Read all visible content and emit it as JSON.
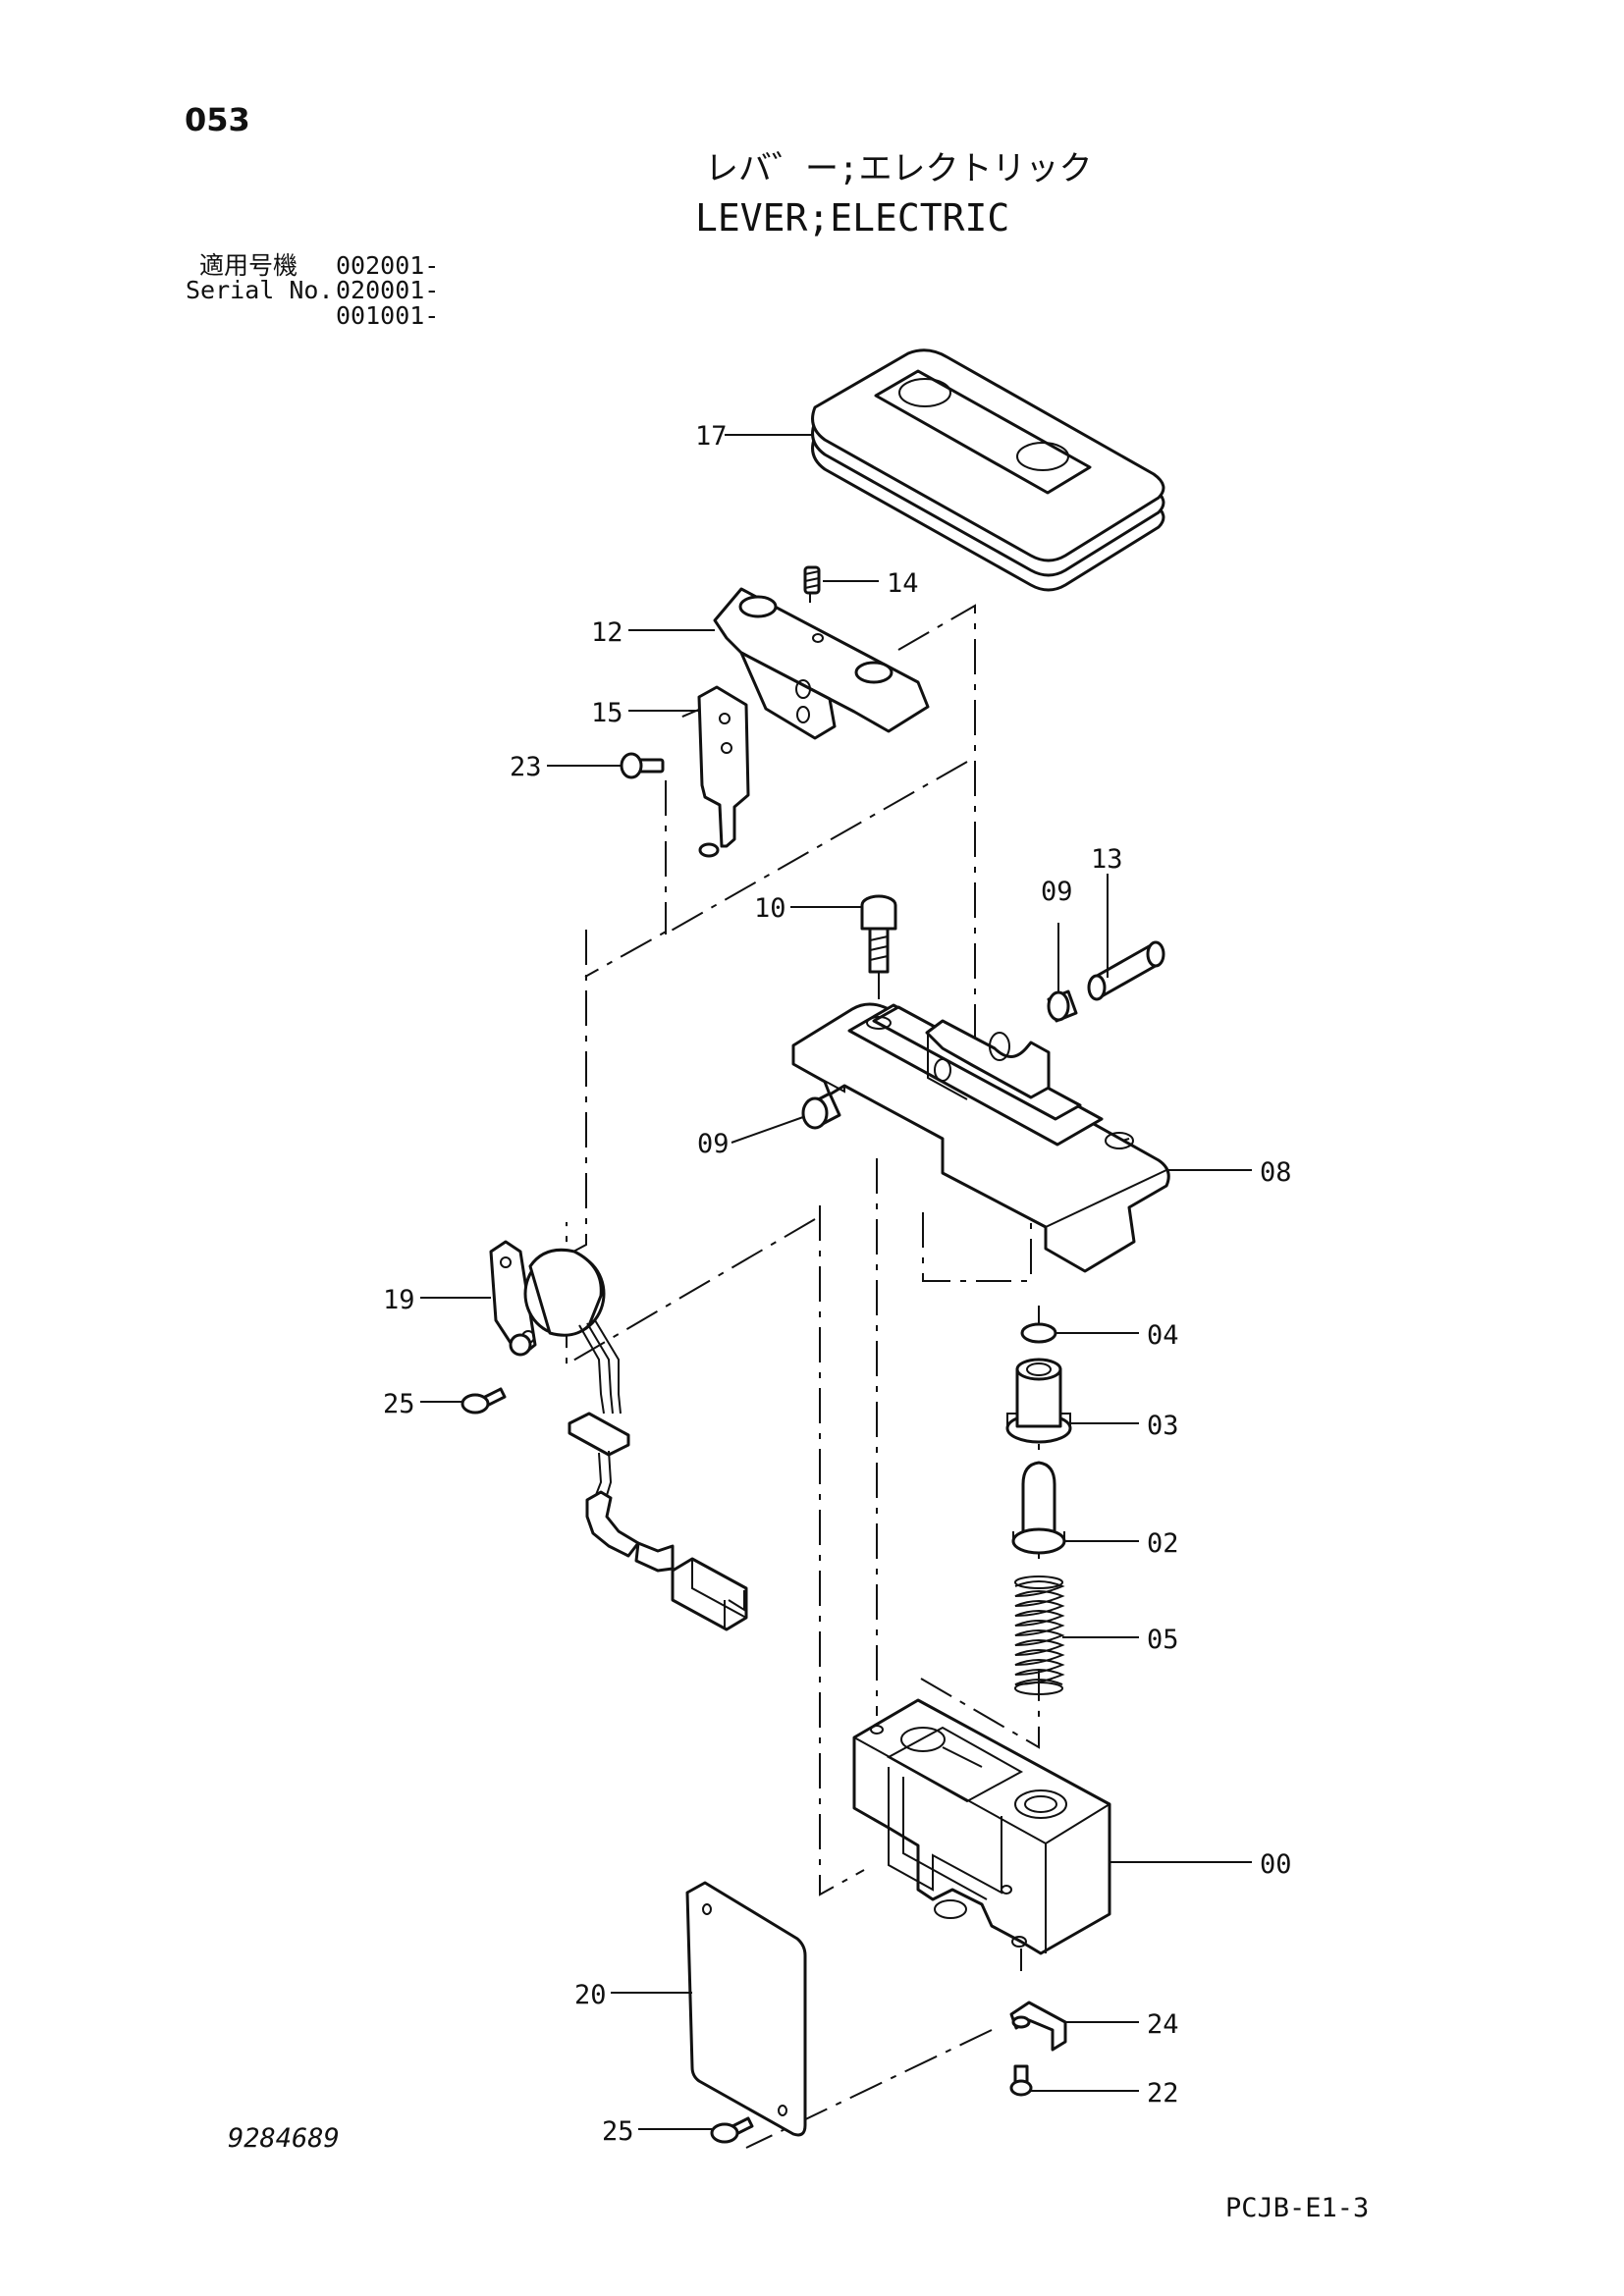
{
  "header": {
    "page_number": "053",
    "title_jp": "レバ゛ー;エレクトリック",
    "title_en": "LEVER;ELECTRIC"
  },
  "serial": {
    "label_jp": "適用号機",
    "label_en": "Serial No.",
    "numbers": [
      "002001-",
      "020001-",
      "001001-"
    ]
  },
  "callouts": [
    {
      "id": "part-00",
      "label": "00"
    },
    {
      "id": "part-02",
      "label": "02"
    },
    {
      "id": "part-03",
      "label": "03"
    },
    {
      "id": "part-04",
      "label": "04"
    },
    {
      "id": "part-05",
      "label": "05"
    },
    {
      "id": "part-08",
      "label": "08"
    },
    {
      "id": "part-09a",
      "label": "09"
    },
    {
      "id": "part-09b",
      "label": "09"
    },
    {
      "id": "part-10",
      "label": "10"
    },
    {
      "id": "part-12",
      "label": "12"
    },
    {
      "id": "part-13",
      "label": "13"
    },
    {
      "id": "part-14",
      "label": "14"
    },
    {
      "id": "part-15",
      "label": "15"
    },
    {
      "id": "part-17",
      "label": "17"
    },
    {
      "id": "part-19",
      "label": "19"
    },
    {
      "id": "part-20",
      "label": "20"
    },
    {
      "id": "part-22",
      "label": "22"
    },
    {
      "id": "part-23",
      "label": "23"
    },
    {
      "id": "part-24",
      "label": "24"
    },
    {
      "id": "part-25a",
      "label": "25"
    },
    {
      "id": "part-25b",
      "label": "25"
    }
  ],
  "footer": {
    "doc_number": "9284689",
    "page_code": "PCJB-E1-3"
  }
}
